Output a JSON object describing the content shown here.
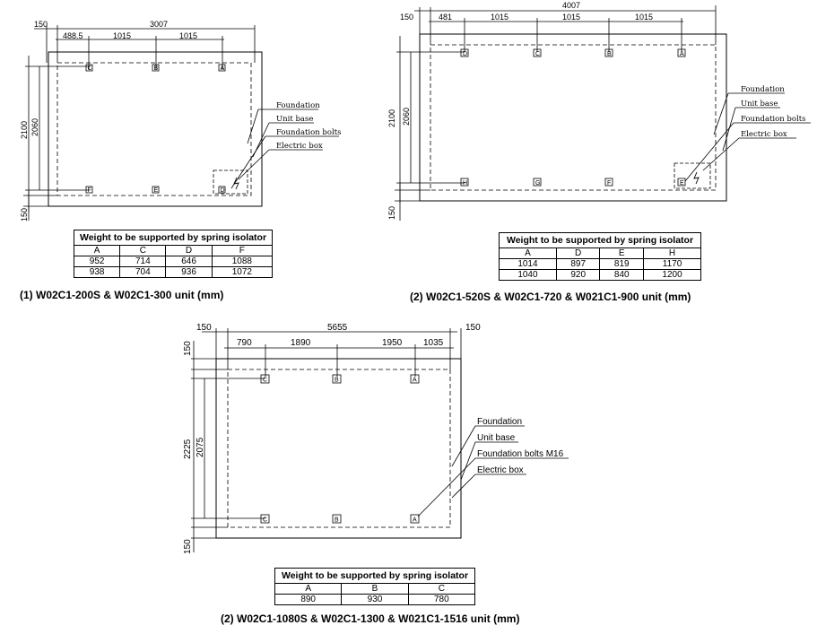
{
  "diagram1": {
    "dims": {
      "left_offset": "150",
      "total": "3007",
      "d1": "488.5",
      "d2": "1015",
      "d3": "1015",
      "height_outer": "2100",
      "height_inner": "2060",
      "bottom_offset": "150"
    },
    "points_top": [
      "C",
      "B",
      "A"
    ],
    "points_bottom": [
      "F",
      "E",
      "D"
    ],
    "legend": [
      "Foundation",
      "Unit base",
      "Foundation bolts",
      "Electric box"
    ],
    "table": {
      "title": "Weight to be supported by spring isolator",
      "headers": [
        "A",
        "C",
        "D",
        "F"
      ],
      "rows": [
        [
          "952",
          "714",
          "646",
          "1088"
        ],
        [
          "938",
          "704",
          "936",
          "1072"
        ]
      ]
    },
    "caption": "(1) W02C1-200S & W02C1-300 unit (mm)"
  },
  "diagram2": {
    "dims": {
      "left_offset": "150",
      "total": "4007",
      "d1": "481",
      "d2": "1015",
      "d3": "1015",
      "d4": "1015",
      "height_outer": "2100",
      "height_inner": "2060",
      "bottom_offset": "150"
    },
    "points_top": [
      "D",
      "C",
      "B",
      "A"
    ],
    "points_bottom": [
      "H",
      "G",
      "F",
      "E"
    ],
    "legend": [
      "Foundation",
      "Unit base",
      "Foundation bolts",
      "Electric box"
    ],
    "table": {
      "title": "Weight to be supported by spring isolator",
      "headers": [
        "A",
        "D",
        "E",
        "H"
      ],
      "rows": [
        [
          "1014",
          "897",
          "819",
          "1170"
        ],
        [
          "1040",
          "920",
          "840",
          "1200"
        ]
      ]
    },
    "caption": "(2) W02C1-520S & W02C1-720 & W021C1-900 unit (mm)"
  },
  "diagram3": {
    "dims": {
      "left_offset": "150",
      "total": "5655",
      "right_offset": "150",
      "d1": "790",
      "d2": "1890",
      "d3": "1950",
      "d4": "1035",
      "top_offset": "150",
      "height_outer": "2225",
      "height_inner": "2075",
      "bottom_offset": "150"
    },
    "points_top": [
      "C",
      "B",
      "A"
    ],
    "points_bottom": [
      "C",
      "B",
      "A"
    ],
    "legend": [
      "Foundation",
      "Unit base",
      "Foundation bolts M16",
      "Electric box"
    ],
    "table": {
      "title": "Weight to be supported by spring isolator",
      "headers": [
        "A",
        "B",
        "C"
      ],
      "rows": [
        [
          "890",
          "930",
          "780"
        ]
      ]
    },
    "caption": "(2) W02C1-1080S & W02C1-1300 & W021C1-1516 unit (mm)"
  }
}
